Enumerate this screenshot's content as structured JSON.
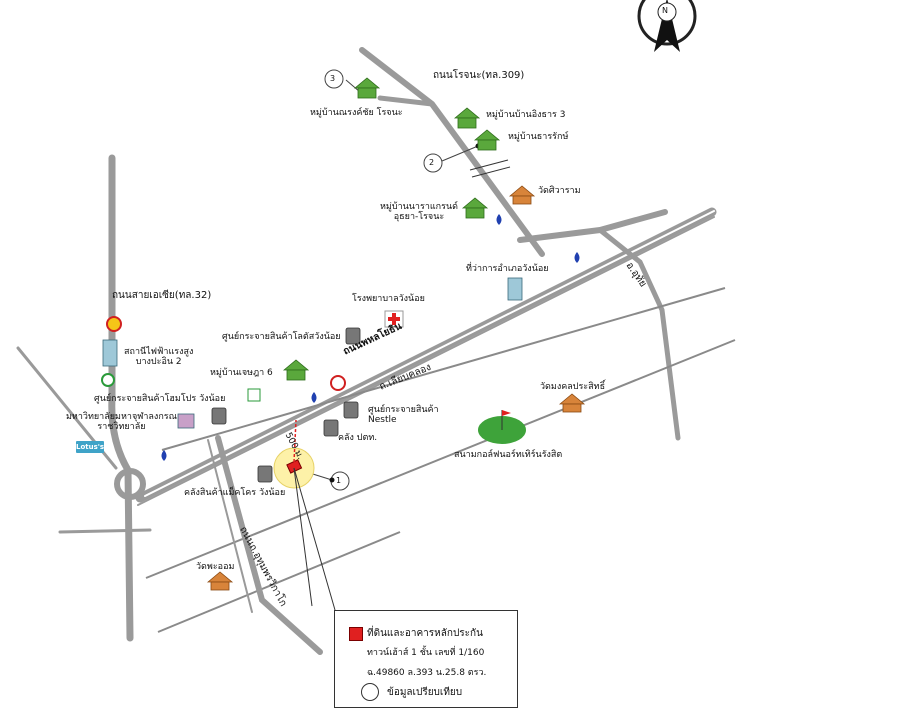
{
  "compass": {
    "letter": "N"
  },
  "roads": {
    "rojana": "ถนนโรจนะ(ทล.309)",
    "asia": "ถนนสายเอเซีย(ทล.32)",
    "phahon": "ถนนพหลโยธิน",
    "liap_khlong": "ถ.เลียบคลอง",
    "u_thai": "อ.อุทัย",
    "kan_mai": "ถนนถ.อุทุมพรวิกาโก"
  },
  "places": {
    "ban_nirang": "หมู่บ้านณรงค์ชัย โรจนะ",
    "ban_ingthang": "หมู่บ้านบ้านอิงธาร 3",
    "ban_thawarat": "หมู่บ้านธารรักษ์",
    "wat_siram": "วัดศิวาราม",
    "ban_nana": "หมู่บ้านนาราแกรนด์\nอุธยา-โรจนะ",
    "amphoe": "ที่ว่าการอำเภอวังน้อย",
    "hospital": "โรงพยาบาลวังน้อย",
    "dist_center": "ศูนย์กระจายสินค้าโลตัสวังน้อย",
    "ban_chetsada": "หมู่บ้านเจษฎา 6",
    "power": "สถานีไฟฟ้าแรงสูง\nบางปะอิน 2",
    "homepro": "ศูนย์กระจายสินค้าโฮมโปร วังน้อย",
    "university": "มหาวิทยาลัยมหาจุฬาลงกรณ\nราชวิทยาลัย",
    "nestle": "ศูนย์กระจายสินค้า\nNestle",
    "ptt": "คลัง ปตท.",
    "makro": "คลังสินค้าแม็คโคร วังน้อย",
    "wat_mongkol": "วัดมงคลประสิทธิ์",
    "golf": "สนามกอล์ฟนอร์ทเทิร์นรังสิต",
    "wat_phraoom": "วัดพะออม",
    "lotus_sign": "Lotus's"
  },
  "distance": "500 ม.",
  "markers": [
    "1",
    "2",
    "3"
  ],
  "legend": {
    "subject_line1": "ที่ดินและอาคารหลักประกัน",
    "subject_line2": "ทาวน์เฮ้าส์ 1 ชั้น เลขที่ 1/160",
    "subject_line3": "ฉ.49860 ล.393 น.25.8 ตรว.",
    "compare": "ข้อมูลเปรียบเทียบ",
    "subject_color": "#e02020"
  },
  "colors": {
    "road": "#9a9a9a",
    "road_thin": "#8a8a8a",
    "subject": "#e02020",
    "lotus": "#3fa3c8"
  }
}
